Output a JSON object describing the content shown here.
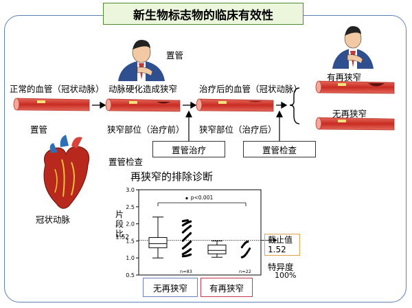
{
  "title": "新生物标志物的临床有效性",
  "labels": {
    "normal_vessel": "正常的血管（冠状动脉）",
    "atherosclerosis": "动脉硬化造成狭窄",
    "treated_vessel": "治疗后的血管（冠状动脉）",
    "restenosis": "有再狭窄",
    "no_restenosis": "无再狭窄",
    "stent_top": "置管",
    "stent_bottom": "置管",
    "stenosis_before": "狭窄部位（治疗前）",
    "stenosis_after": "狭窄部位（治疗后）",
    "stent_treatment": "置管治疗",
    "stent_exam": "置管检查",
    "stent_exam_left": "置管检查",
    "coronary_artery": "冠状动脉"
  },
  "chart_data": {
    "type": "box",
    "title": "再狭窄的排除诊断",
    "ylabel": "片段比",
    "ylim": [
      0.5,
      3.0
    ],
    "yticks": [
      "0.5",
      "1.0",
      "1.5",
      "2.0",
      "2.5",
      "3.0"
    ],
    "cutoff": 1.52,
    "cutoff_label": "1.52",
    "pvalue": "p<0.001",
    "groups": [
      {
        "name": "无再狭窄",
        "n_label": "n=83",
        "min": 1.0,
        "q1": 1.3,
        "median": 1.42,
        "q3": 1.6,
        "max": 2.2
      },
      {
        "name": "有再狭窄",
        "n_label": "n=22",
        "min": 1.02,
        "q1": 1.12,
        "median": 1.22,
        "q3": 1.38,
        "max": 1.5
      }
    ],
    "cutoff_box": {
      "title": "截止值",
      "value": "1.52"
    },
    "specificity_label": "特异度",
    "specificity_value": "100%"
  }
}
